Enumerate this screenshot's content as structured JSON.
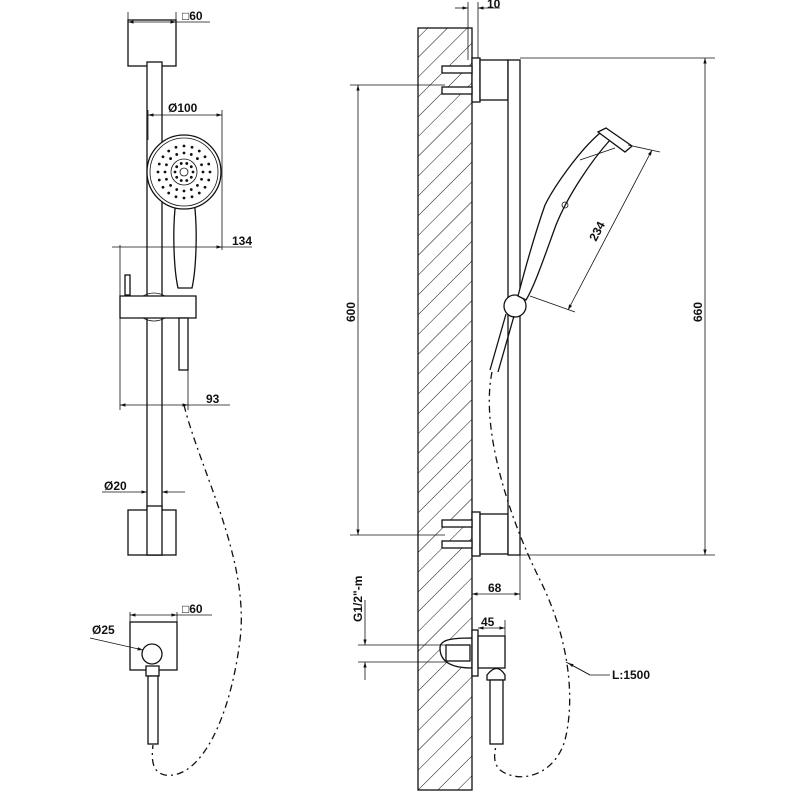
{
  "front_view": {
    "wall_plate_top": "□60",
    "head_diameter": "Ø100",
    "head_projection": "134",
    "slider_projection": "93",
    "bar_diameter": "Ø20",
    "outlet_plate": "□60",
    "outlet_diameter": "Ø25"
  },
  "side_view": {
    "plate_thickness": "10",
    "bracket_spacing": "600",
    "bar_length": "660",
    "handshower_length": "234",
    "bar_projection": "68",
    "outlet_projection": "45",
    "thread": "G1/2\"-m",
    "hose_length": "L:1500"
  }
}
